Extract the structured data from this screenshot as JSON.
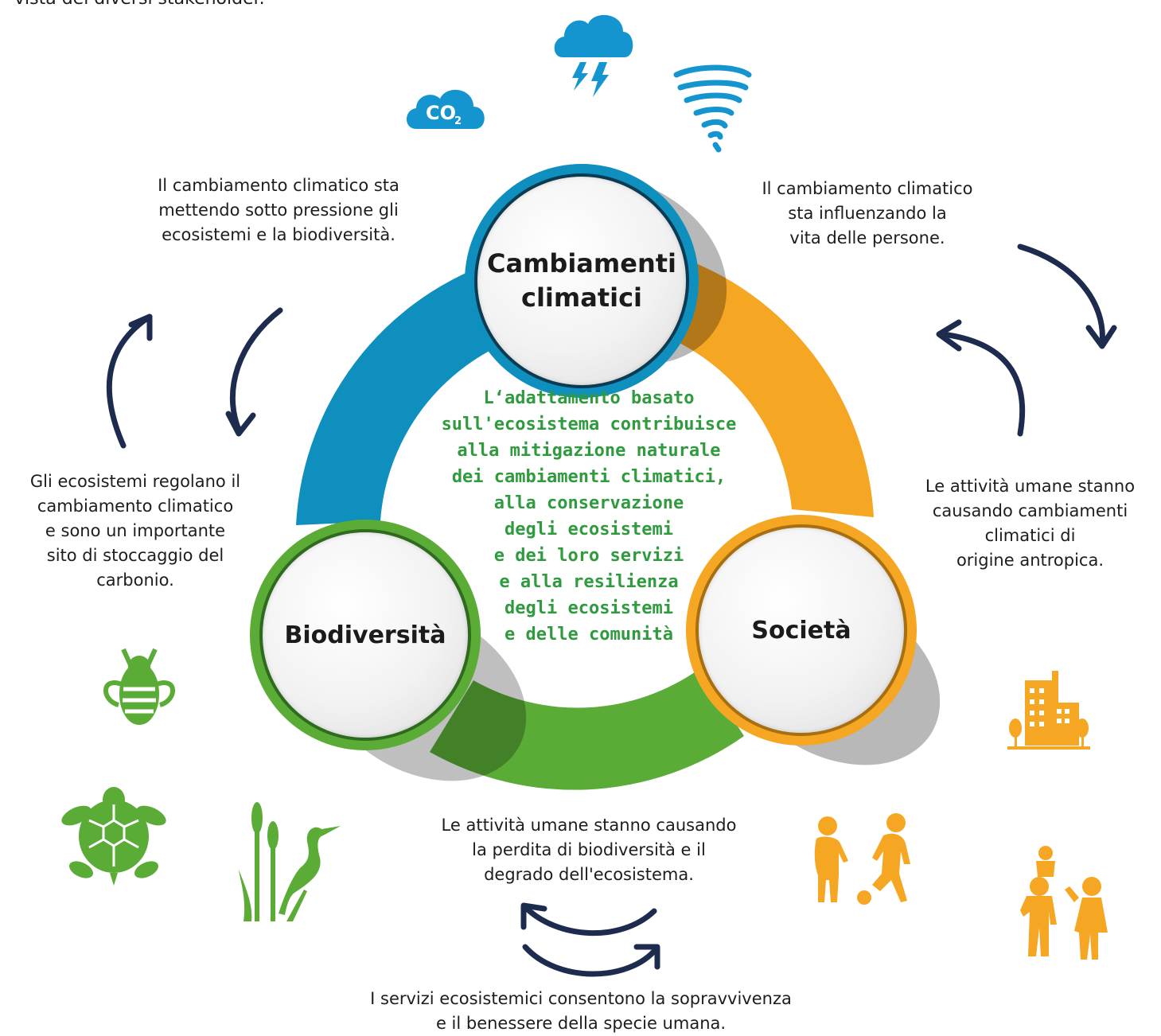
{
  "header_fragment": "vista dei diversi stakeholder.",
  "nodes": {
    "top": "Cambiamenti\nclimatici",
    "left": "Biodiversità",
    "right": "Società"
  },
  "center_text": "L‘adattamento basato\nsull'ecosistema  contribuisce\n alla mitigazione naturale\ndei cambiamenti climatici,\nalla conservazione\ndegli ecosistemi\ne dei loro servizi\ne alla resilienza\ndegli ecosistemi\ne delle comunità",
  "labels": {
    "top_left": "Il cambiamento climatico sta\nmettendo sotto pressione gli\necosistemi e la biodiversità.",
    "top_right": "Il cambiamento climatico\nsta influenzando la\nvita delle persone.",
    "left": "Gli ecosistemi regolano il\ncambiamento climatico\ne sono un importante\nsito di stoccaggio del\ncarbonio.",
    "right": "Le attività umane stanno\ncausando cambiamenti\nclimatici di\norigine antropica.",
    "bottom_upper": "Le attività umane stanno causando\nla perdita di biodiversità e il\ndegrado dell'ecosistema.",
    "bottom_lower": "I servizi ecosistemici consentono la sopravvivenza\ne il benessere della specie umana."
  },
  "co2_label": "CO",
  "co2_sub": "2",
  "colors": {
    "blue": "#0f8fbd",
    "orange": "#f5a623",
    "green": "#5aac36",
    "arrow": "#1d2b4f",
    "text_green": "#2f9a3e"
  },
  "icons": [
    "co2-cloud-icon",
    "storm-cloud-icon",
    "tornado-icon",
    "bee-icon",
    "turtle-icon",
    "heron-icon",
    "city-building-icon",
    "children-football-icon",
    "family-icon"
  ]
}
